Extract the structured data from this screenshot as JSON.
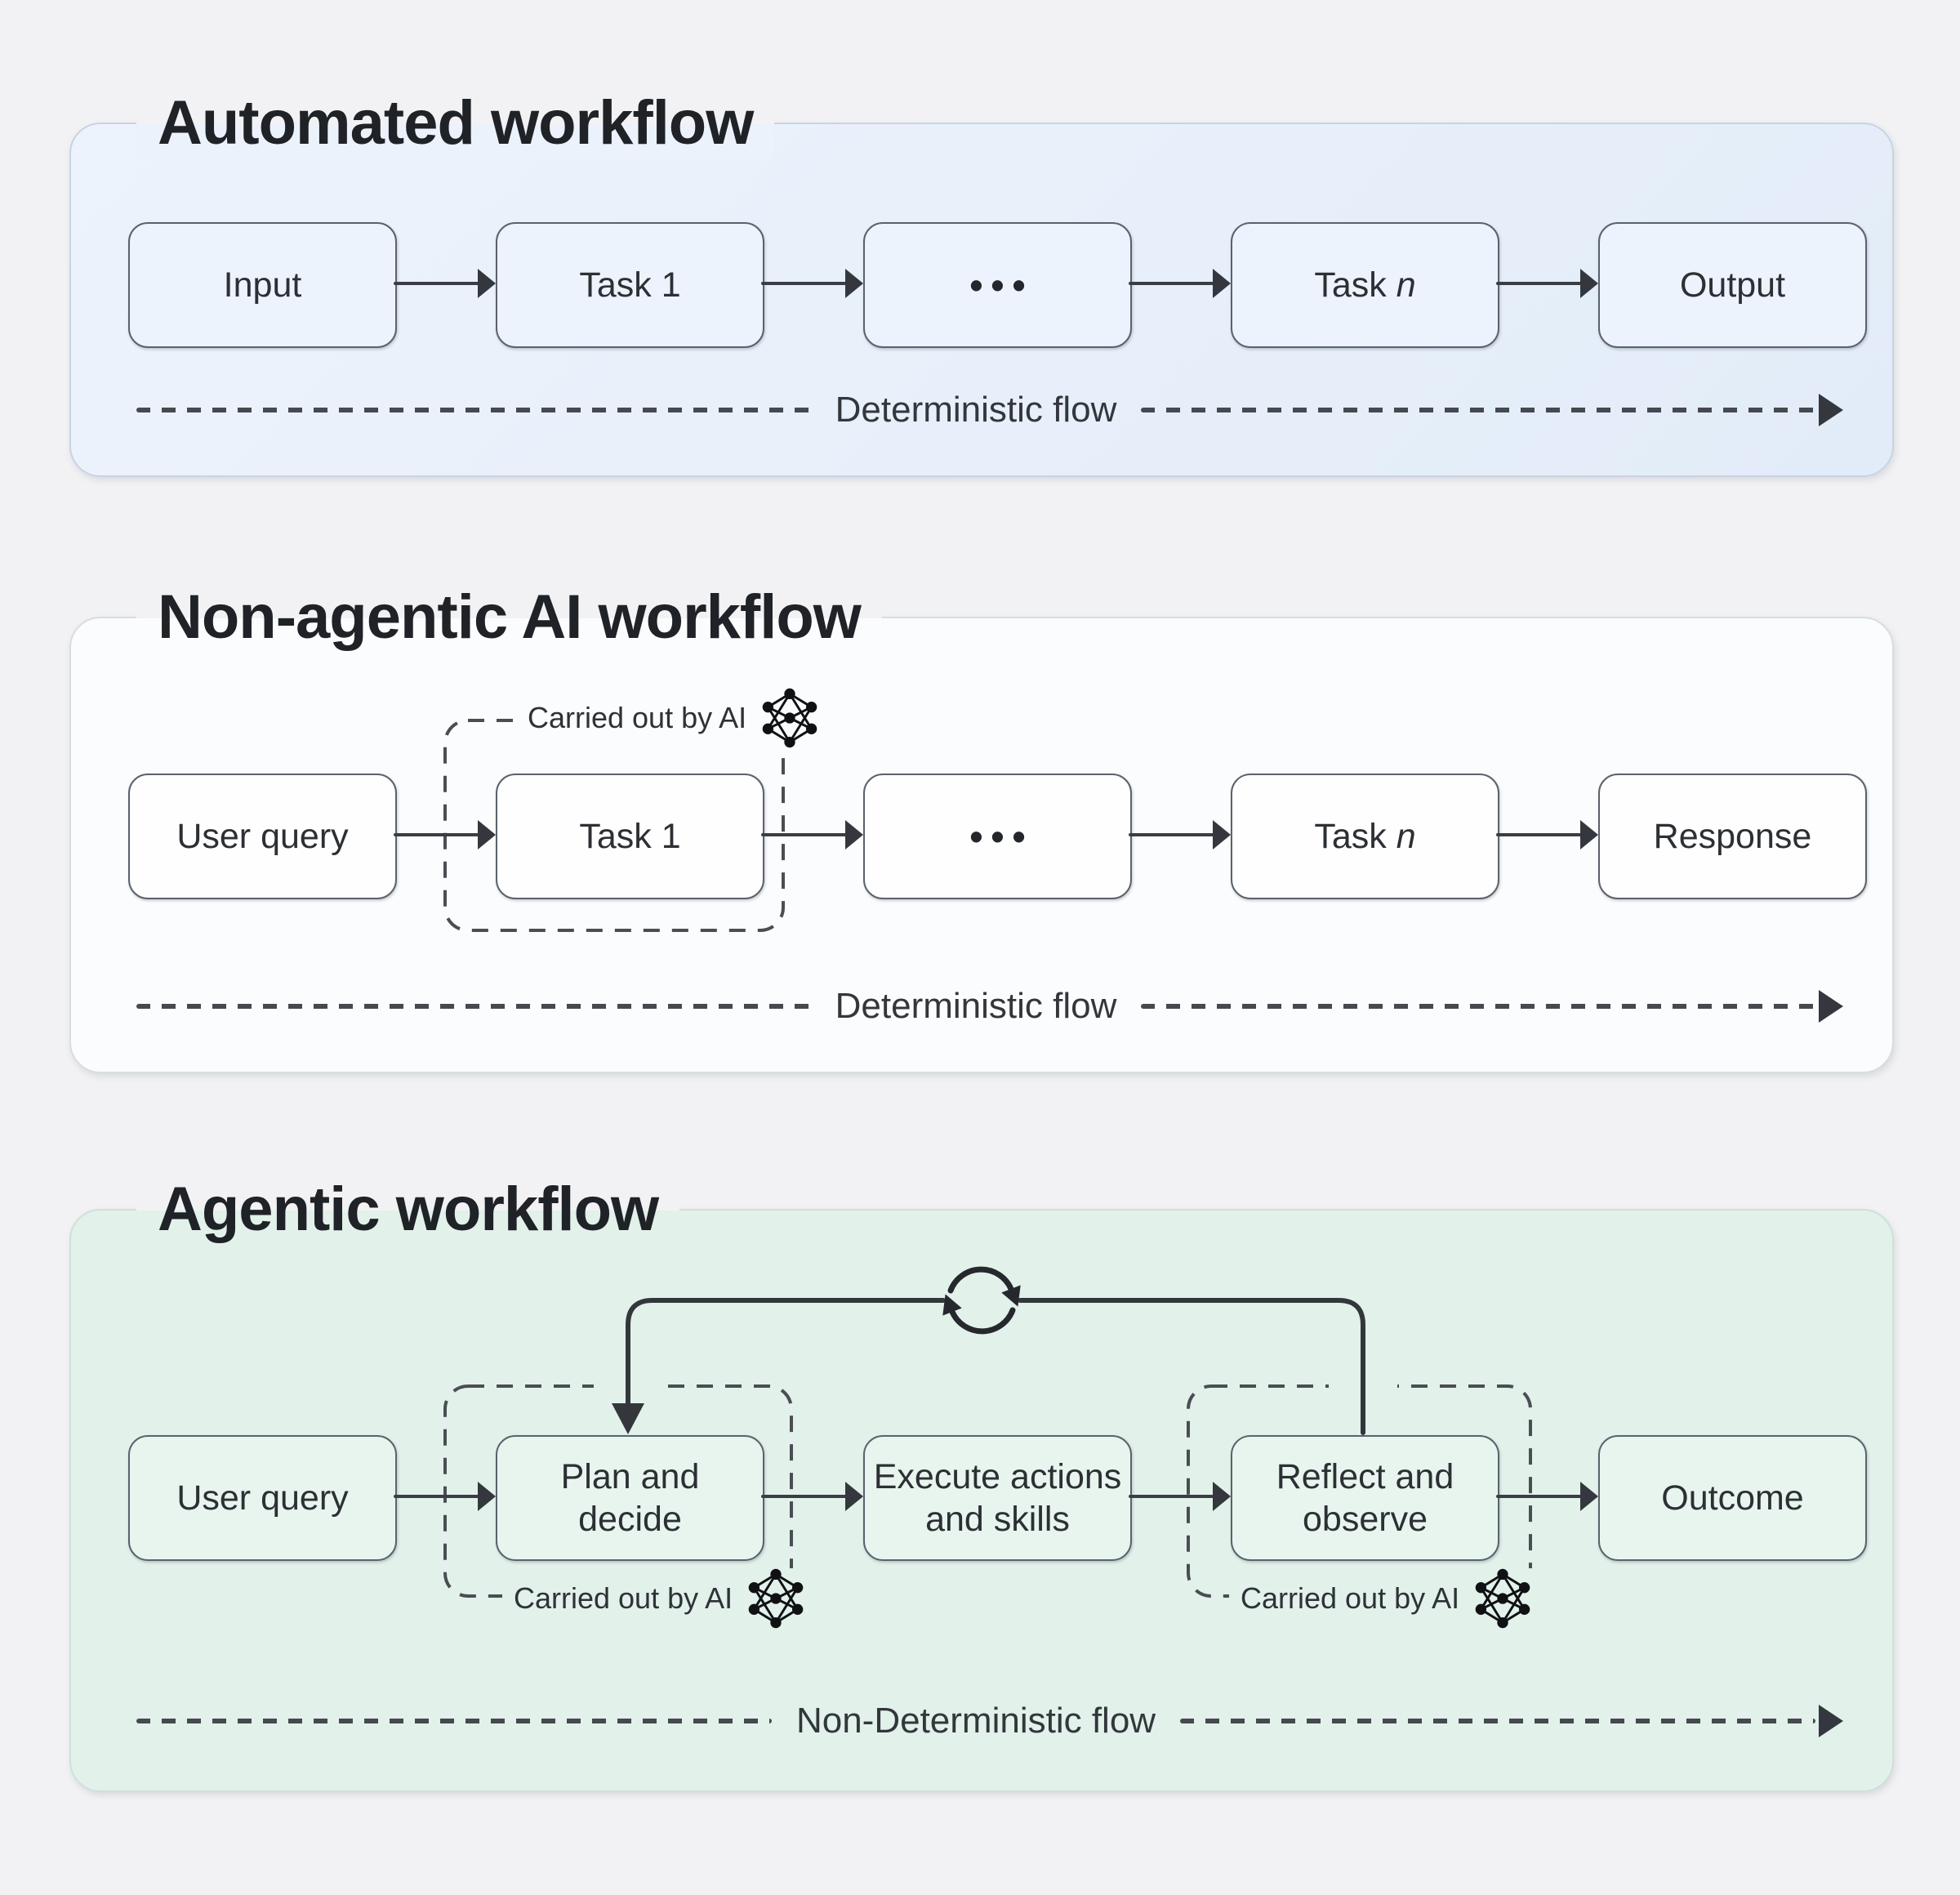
{
  "colors": {
    "page_bg": "#f2f2f4",
    "panel1_bg": "#e7effa",
    "panel2_bg": "#fbfcfd",
    "panel3_bg": "#e2f1ea",
    "box_border": "#5b626c",
    "line_dark": "#34383e",
    "title_text": "#1f2226"
  },
  "panels": [
    {
      "title": "Automated workflow",
      "flow_label": "Deterministic flow",
      "nodes": {
        "n1": "Input",
        "n2": "Task 1",
        "dots": "•••",
        "n4_main": "Task ",
        "n4_italic": "n",
        "n5": "Output"
      }
    },
    {
      "title": "Non-agentic AI workflow",
      "flow_label": "Deterministic flow",
      "ai_label": "Carried out by AI",
      "nodes": {
        "n1": "User query",
        "n2": "Task 1",
        "dots": "•••",
        "n4_main": "Task ",
        "n4_italic": "n",
        "n5": "Response"
      }
    },
    {
      "title": "Agentic workflow",
      "flow_label": "Non-Deterministic flow",
      "ai_label_left": "Carried out by AI",
      "ai_label_right": "Carried out by AI",
      "nodes": {
        "n1": "User query",
        "n2_l1": "Plan and",
        "n2_l2": "decide",
        "n3_l1": "Execute actions",
        "n3_l2": "and skills",
        "n4_l1": "Reflect and",
        "n4_l2": "observe",
        "n5": "Outcome"
      }
    }
  ]
}
